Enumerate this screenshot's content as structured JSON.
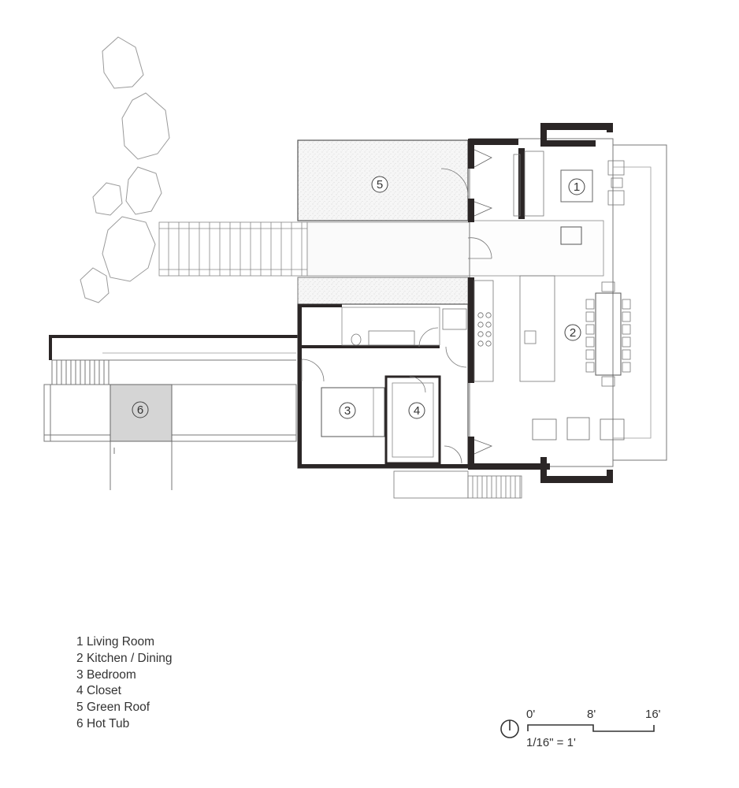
{
  "legend": [
    {
      "number": "1",
      "name": "Living Room"
    },
    {
      "number": "2",
      "name": "Kitchen / Dining"
    },
    {
      "number": "3",
      "name": "Bedroom"
    },
    {
      "number": "4",
      "name": "Closet"
    },
    {
      "number": "5",
      "name": "Green Roof"
    },
    {
      "number": "6",
      "name": "Hot Tub"
    }
  ],
  "room_markers": [
    "1",
    "2",
    "3",
    "4",
    "5",
    "6"
  ],
  "scale_bar": {
    "ticks": [
      "0'",
      "8'",
      "16'"
    ],
    "ratio": "1/16\" = 1'"
  },
  "colors": {
    "wall": "#2b2626",
    "line": "#666666",
    "hot_tub": "#d5d5d5",
    "green_roof": "#f7f7f7"
  }
}
